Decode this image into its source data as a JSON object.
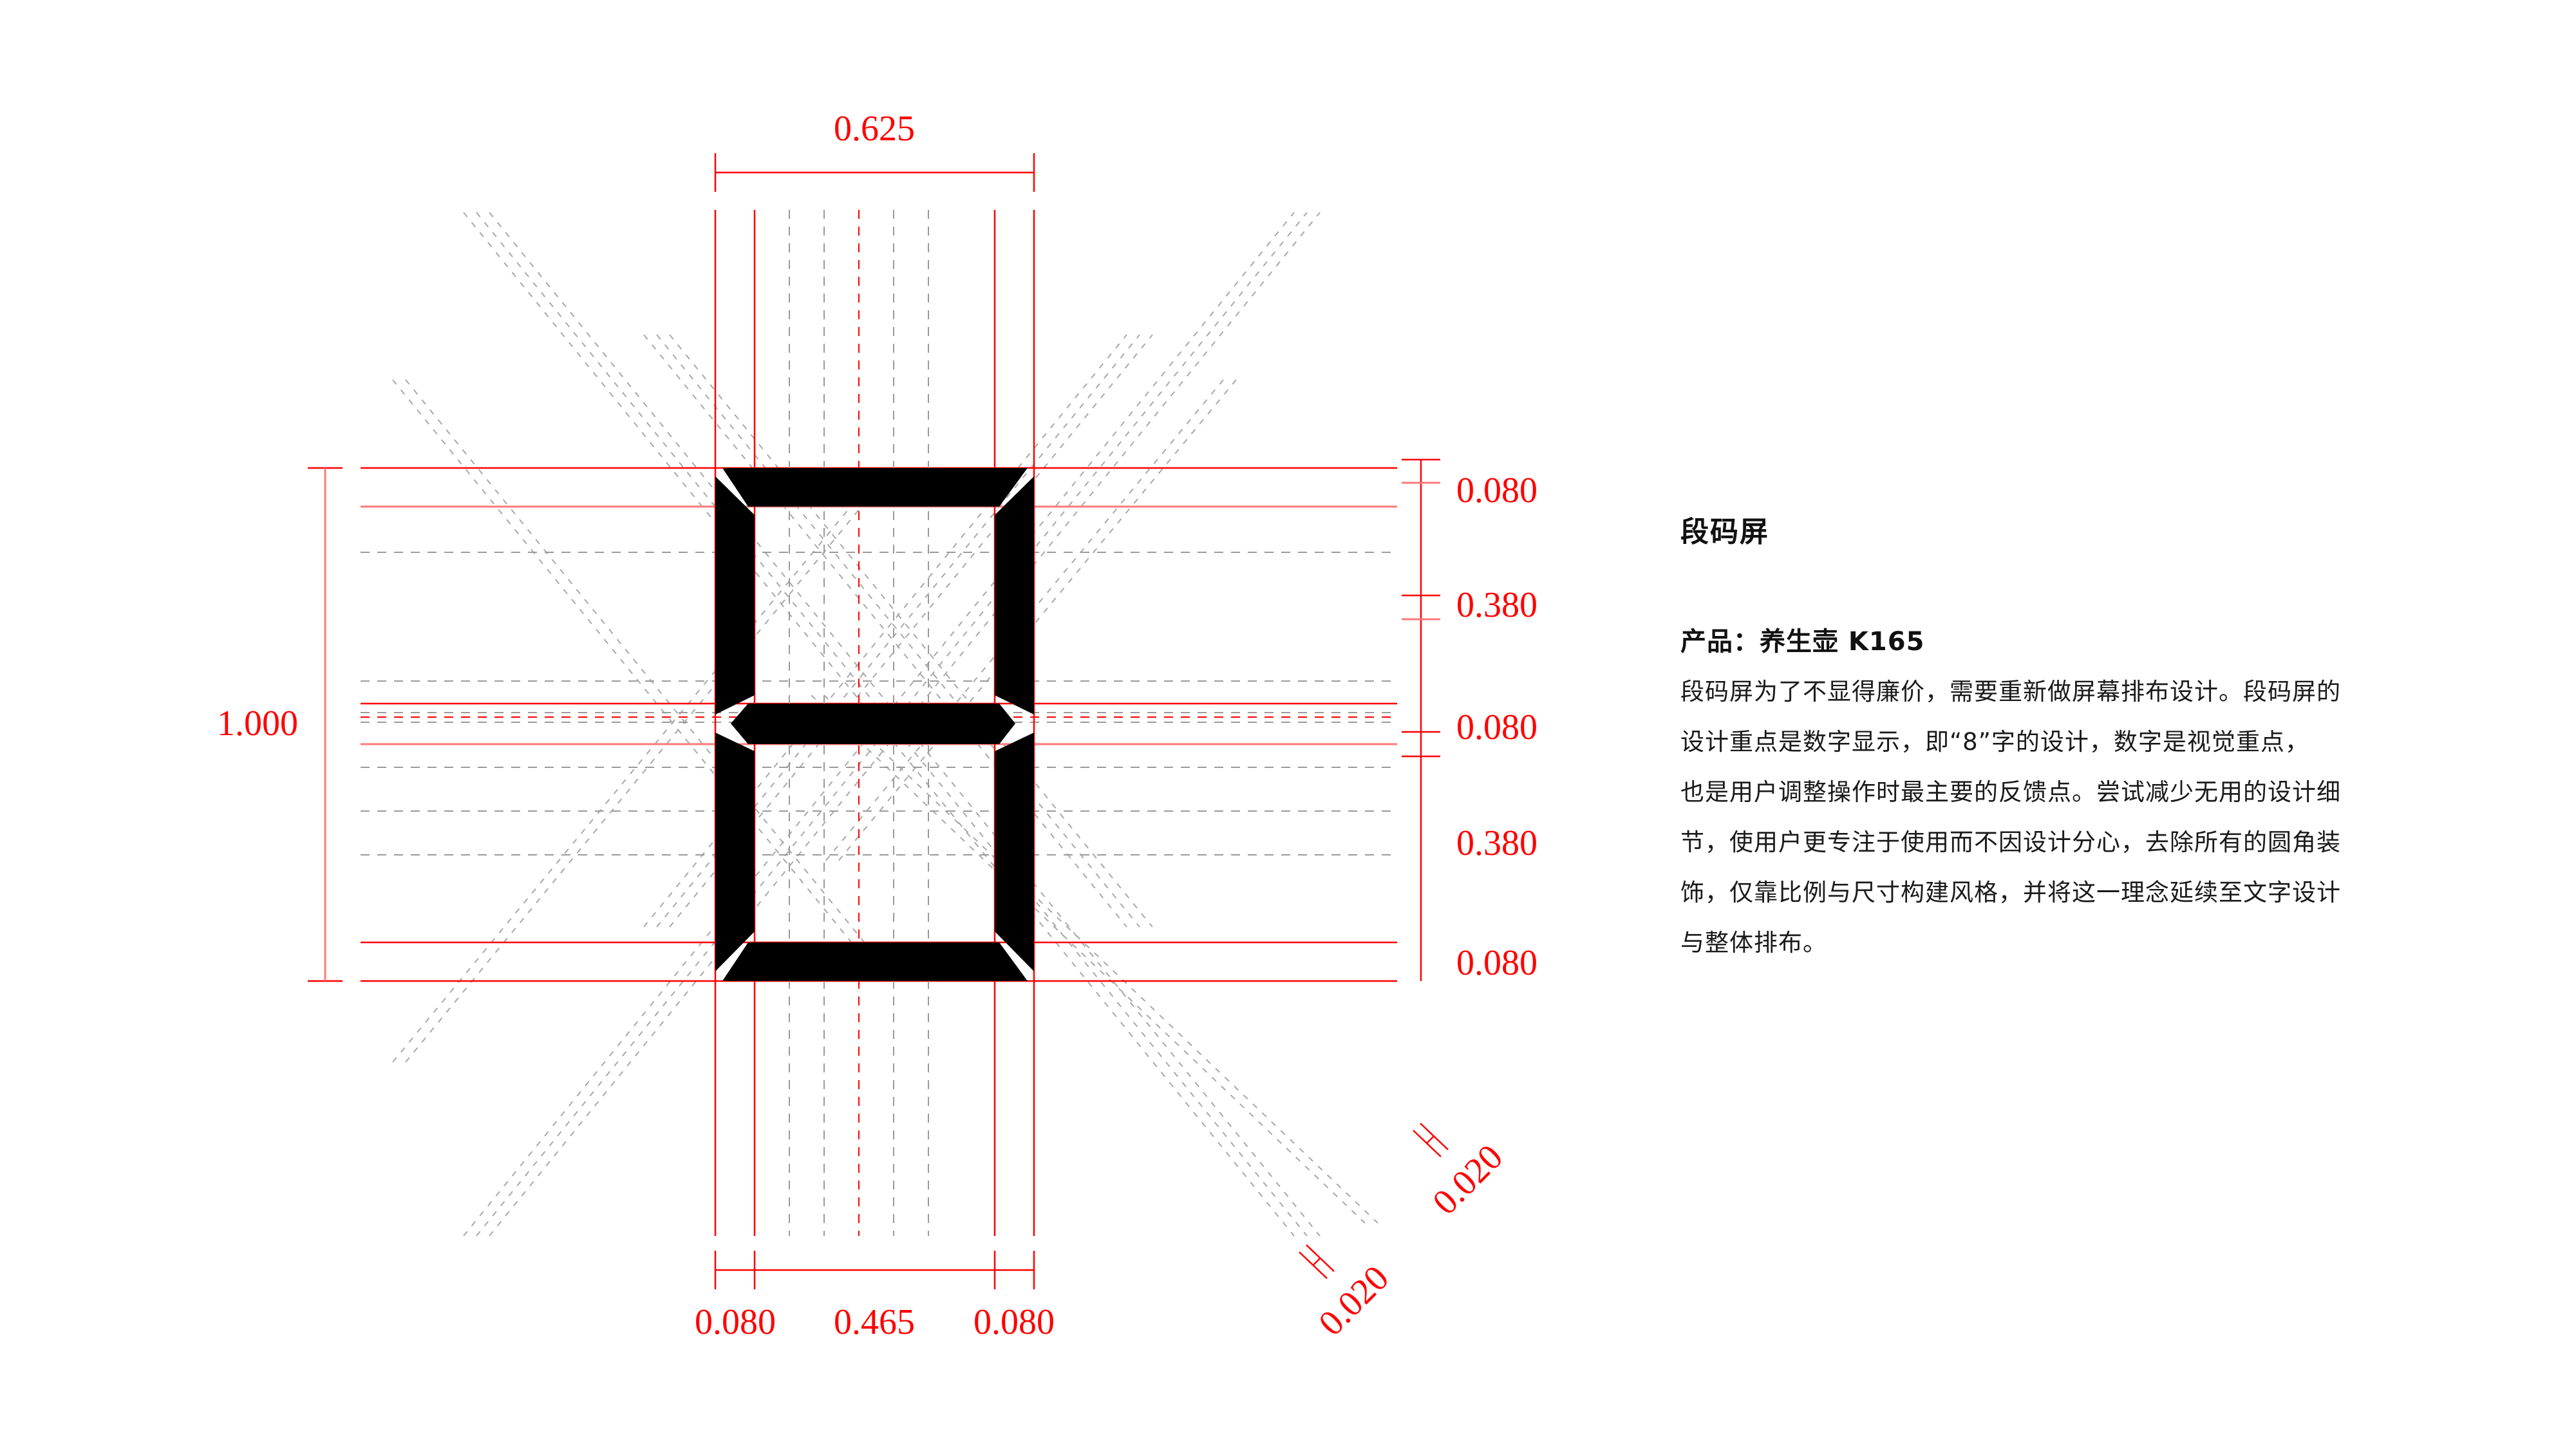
{
  "heading": {
    "title": "段码屏",
    "product_line": "产品：养生壶  K165"
  },
  "description_lines": [
    "段码屏为了不显得廉价，需要重新做屏幕排布设计。段码屏的",
    "设计重点是数字显示，即“8”字的设计，数字是视觉重点，",
    "也是用户调整操作时最主要的反馈点。尝试减少无用的设计细",
    "节，使用户更专注于使用而不因设计分心，去除所有的圆角装",
    "饰，仅靠比例与尺寸构建风格，并将这一理念延续至文字设计",
    "与整体排布。"
  ],
  "dimensions": {
    "total_width": "0.625",
    "total_height": "1.000",
    "right_side": [
      "0.080",
      "0.380",
      "0.080",
      "0.380",
      "0.080"
    ],
    "bottom": [
      "0.080",
      "0.465",
      "0.080"
    ],
    "gap_labels": [
      "0.020",
      "0.020"
    ]
  },
  "colors": {
    "dimension": "#ff0000",
    "segment": "#000000",
    "construction_line": "#a8a8a8",
    "text": "#111111"
  },
  "digit": {
    "glyph": "8",
    "segments": [
      "top",
      "upper-left",
      "upper-right",
      "middle",
      "lower-left",
      "lower-right",
      "bottom"
    ]
  }
}
